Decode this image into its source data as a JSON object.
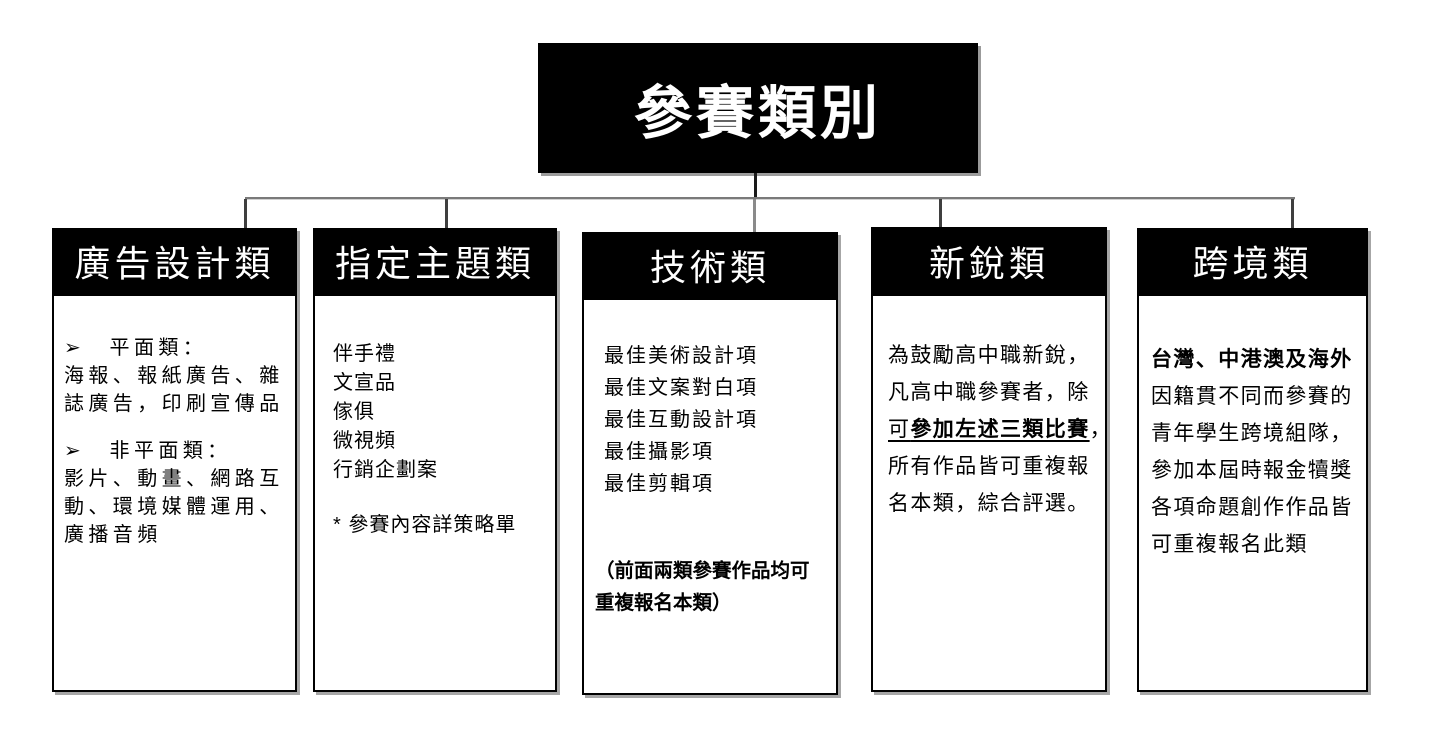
{
  "title": "參賽類別",
  "colors": {
    "header_bg": "#000000",
    "header_text": "#ffffff",
    "body_text": "#000000",
    "connector_gray": "#7a7a7a",
    "connector_dark": "#3f3f3f"
  },
  "categories": [
    {
      "id": "ad-design",
      "header": "廣告設計類",
      "blocks": [
        {
          "s": [
            {
              "t": "➢　平面類："
            }
          ]
        },
        {
          "s": [
            {
              "t": "海報、報紙廣告、雜"
            }
          ]
        },
        {
          "s": [
            {
              "t": "誌廣告，印刷宣傳品"
            }
          ]
        },
        {
          "gap": true
        },
        {
          "s": [
            {
              "t": "➢　非平面類："
            }
          ]
        },
        {
          "s": [
            {
              "t": "影片、動畫、網路互"
            }
          ]
        },
        {
          "s": [
            {
              "t": "動、環境媒體運用、"
            }
          ]
        },
        {
          "s": [
            {
              "t": "廣播音頻"
            }
          ]
        }
      ]
    },
    {
      "id": "assigned-theme",
      "header": "指定主題類",
      "blocks": [
        {
          "s": [
            {
              "t": "伴手禮"
            }
          ]
        },
        {
          "s": [
            {
              "t": "文宣品"
            }
          ]
        },
        {
          "s": [
            {
              "t": "傢俱"
            }
          ]
        },
        {
          "s": [
            {
              "t": "微視頻"
            }
          ]
        },
        {
          "s": [
            {
              "t": "行銷企劃案"
            }
          ]
        },
        {
          "gap": true
        },
        {
          "s": [
            {
              "t": "* 參賽內容詳策略單"
            }
          ]
        }
      ]
    },
    {
      "id": "technical",
      "header": "技術類",
      "blocks": [
        {
          "s": [
            {
              "t": "最佳美術設計項"
            }
          ]
        },
        {
          "s": [
            {
              "t": "最佳文案對白項"
            }
          ]
        },
        {
          "s": [
            {
              "t": "最佳互動設計項"
            }
          ]
        },
        {
          "s": [
            {
              "t": "最佳攝影項"
            }
          ]
        },
        {
          "s": [
            {
              "t": "最佳剪輯項"
            }
          ]
        },
        {
          "gap": true
        },
        {
          "note": true,
          "s": [
            {
              "t": "（前面兩類參賽作品均可",
              "b": true
            }
          ]
        },
        {
          "note": true,
          "s": [
            {
              "t": "重複報名本類）",
              "b": true
            }
          ]
        }
      ]
    },
    {
      "id": "rookie",
      "header": "新銳類",
      "blocks": [
        {
          "s": [
            {
              "t": "為鼓勵高中職新銳，"
            }
          ]
        },
        {
          "s": [
            {
              "t": "凡高中職參賽者，除"
            }
          ]
        },
        {
          "s": [
            {
              "t": "可",
              "u": true
            },
            {
              "t": "參加左述三類比賽",
              "b": true,
              "u": true
            },
            {
              "t": "，"
            }
          ]
        },
        {
          "s": [
            {
              "t": "所有作品皆可重複報"
            }
          ]
        },
        {
          "s": [
            {
              "t": "名本類，綜合評選。"
            }
          ]
        }
      ]
    },
    {
      "id": "cross-border",
      "header": "跨境類",
      "blocks": [
        {
          "s": [
            {
              "t": "台灣、中港澳及海外",
              "b": true
            }
          ]
        },
        {
          "s": [
            {
              "t": "因籍貫不同而參賽的"
            }
          ]
        },
        {
          "s": [
            {
              "t": "青年學生跨境組隊，"
            }
          ]
        },
        {
          "s": [
            {
              "t": "參加本屆時報金犢獎"
            }
          ]
        },
        {
          "s": [
            {
              "t": "各項命題創作作品皆"
            }
          ]
        },
        {
          "s": [
            {
              "t": "可重複報名此類"
            }
          ]
        }
      ]
    }
  ]
}
